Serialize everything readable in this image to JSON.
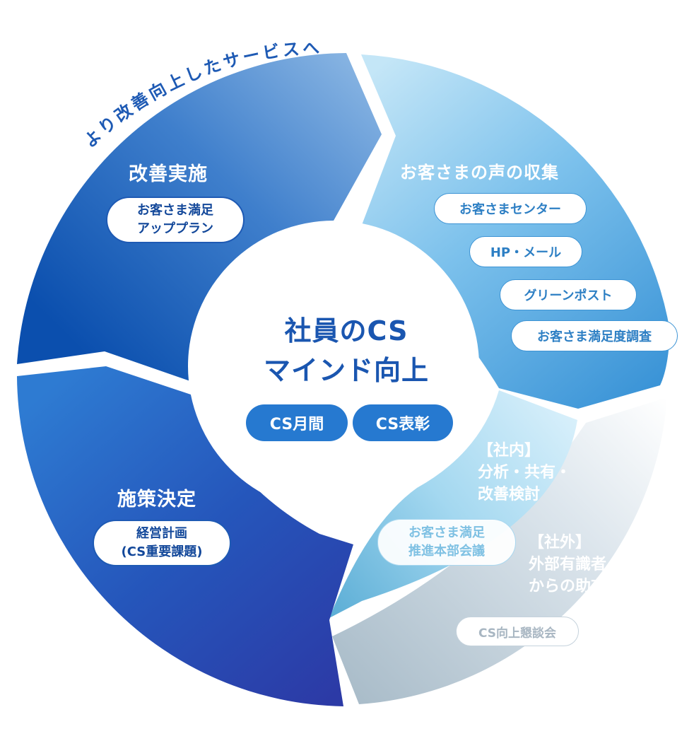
{
  "arc_label": "より改善向上したサービスへ",
  "center": {
    "title_line1": "社員のCS",
    "title_line2": "マインド向上",
    "pills": [
      "CS月間",
      "CS表彰"
    ]
  },
  "segments": {
    "improve": {
      "title": "改善実施",
      "pill_lines": [
        "お客さま満足",
        "アッププラン"
      ]
    },
    "collect": {
      "title": "お客さまの声の収集",
      "channels": [
        "お客さまセンター",
        "HP・メール",
        "グリーンポスト",
        "お客さま満足度調査"
      ]
    },
    "internal": {
      "heading": "【社内】",
      "text_lines": [
        "分析・共有・",
        "改善検討"
      ],
      "pill_lines": [
        "お客さま満足",
        "推進本部会議"
      ]
    },
    "external": {
      "heading": "【社外】",
      "text_lines": [
        "外部有識者",
        "からの助言"
      ],
      "pill": "CS向上懇談会"
    },
    "decide": {
      "title": "施策決定",
      "pill_lines": [
        "経営計画",
        "(CS重要課題)"
      ]
    }
  },
  "colors": {
    "dark_blue": "#1a4fb0",
    "light_blue": "#3d9ad8",
    "pale_blue": "#a9dcf2",
    "grey_blue": "#b9c9d4",
    "center_text": "#1a56b0",
    "center_pill": "#2679d0"
  }
}
